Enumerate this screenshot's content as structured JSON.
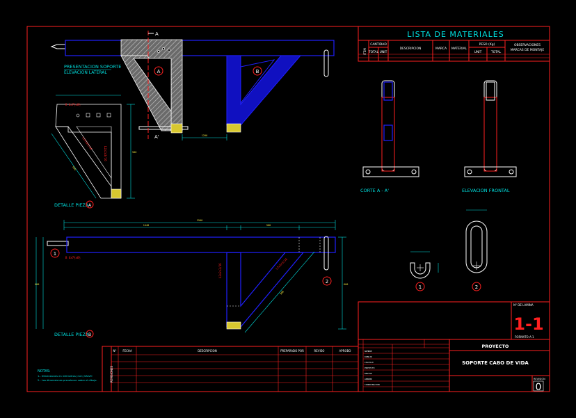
{
  "materials_list": {
    "title": "LISTA DE MATERIALES",
    "col_item": "ITEM",
    "col_quantity": "CANTIDAD",
    "col_quantity_total": "TOTAL",
    "col_quantity_unit": "UNIT",
    "col_description": "DESCRIPCION",
    "col_brand": "MARCA",
    "col_material": "MATERIAL",
    "col_weight": "PESO (Kg)",
    "col_weight_unit": "UNIT",
    "col_weight_total": "TOTAL",
    "col_observations": "OBSERVACIONES",
    "col_observations_sub": "MARCAS DE MONTAJE"
  },
  "views": {
    "presentation_line1": "PRESENTACION SOPORTE",
    "presentation_line2": "ELEVACION LATERAL",
    "section_label": "A",
    "section_label_prime": "A'",
    "bubble_a": "A",
    "bubble_b": "B",
    "detail_a": "DETALLE PIEZA",
    "detail_b": "DETALLE PIEZA",
    "cut_view": "CORTE A - A'",
    "front_view": "ELEVACION FRONTAL",
    "part_1": "1",
    "part_2": "2"
  },
  "notes": {
    "title": "NOTAS:",
    "line1": "1.- Dimensiones en milimetros (mm) SALVO",
    "line2": "2.- Las dimensiones prevalecen sobre el dibujo."
  },
  "title_block": {
    "sheet_label": "N° DE LAMINA",
    "sheet_number": "1-1",
    "sheet_of": "FORMATO  A-1",
    "project_label": "PROYECTO",
    "drawing_title": "SOPORTE CABO DE VIDA",
    "revision_label": "REVISION",
    "revision_value": "0",
    "revisions_col_date": "FECHA",
    "revisions_col_desc": "DESCRIPCION",
    "revisions_col_by": "PREPARADO POR",
    "revisions_col_check": "REVISO",
    "revisions_col_appr": "APROBO",
    "revisions_side": "REVISIONES",
    "no_label": "N°"
  },
  "colors": {
    "frame": "#ff2020",
    "steel": "#2020ff",
    "cyan": "#00e0e0",
    "white": "#ffffff",
    "yellow": "#e8e040",
    "hatch": "#9a9a9a",
    "accent_red": "#ff1010"
  }
}
